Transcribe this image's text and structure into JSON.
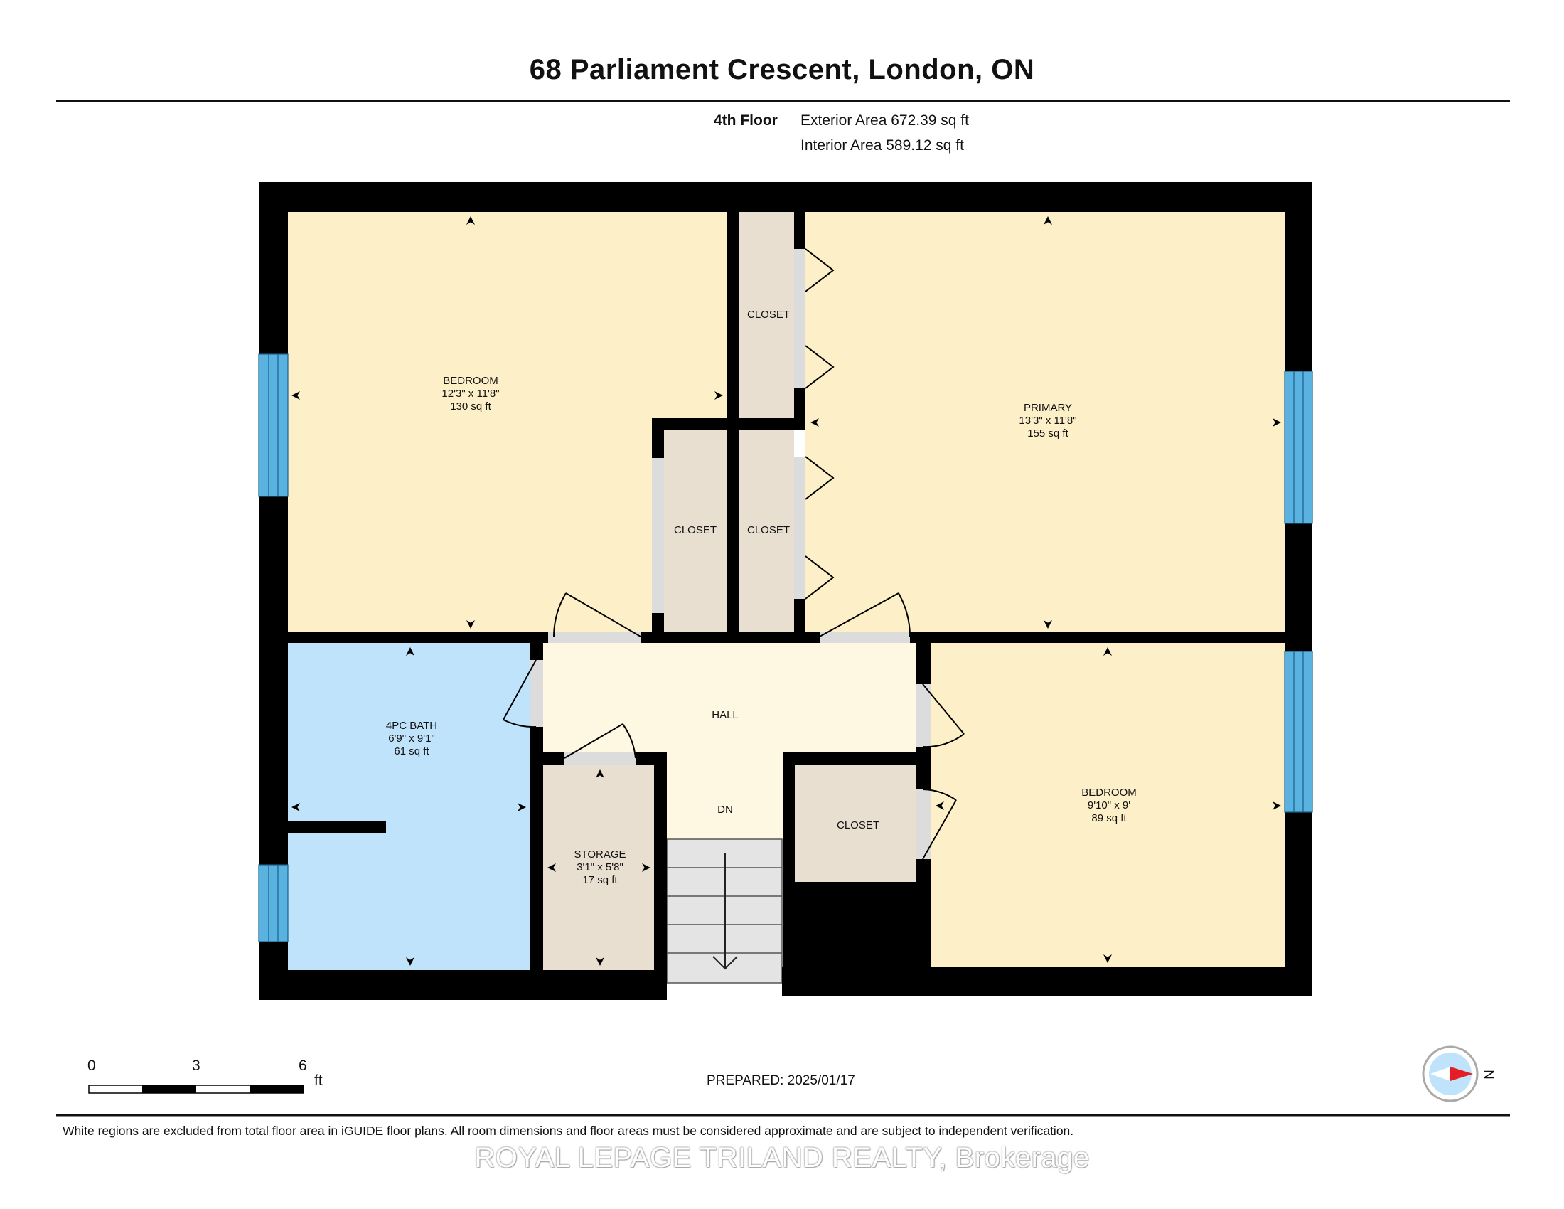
{
  "header": {
    "title": "68 Parliament Crescent, London, ON",
    "floor": "4th Floor",
    "exterior_area": "Exterior Area 672.39 sq ft",
    "interior_area": "Interior Area 589.12 sq ft"
  },
  "rooms": {
    "bedroom_left": {
      "name": "BEDROOM",
      "dims": "12'3\" x 11'8\"",
      "area": "130 sq ft"
    },
    "primary": {
      "name": "PRIMARY",
      "dims": "13'3\" x 11'8\"",
      "area": "155 sq ft"
    },
    "bath": {
      "name": "4PC BATH",
      "dims": "6'9\" x 9'1\"",
      "area": "61 sq ft"
    },
    "storage": {
      "name": "STORAGE",
      "dims": "3'1\" x 5'8\"",
      "area": "17 sq ft"
    },
    "bedroom_right": {
      "name": "BEDROOM",
      "dims": "9'10\" x 9'",
      "area": "89 sq ft"
    },
    "closet_top": "CLOSET",
    "closet_mid_left": "CLOSET",
    "closet_mid_right": "CLOSET",
    "closet_right": "CLOSET",
    "hall": "HALL",
    "stairs": "DN"
  },
  "colors": {
    "bedroom": "#fdf0c8",
    "bath": "#bfe3fa",
    "closet": "#e8dfd0",
    "hall": "#fef8e2",
    "wall": "#000000",
    "window": "#5ab2e0",
    "stairs": "#e4e4e4"
  },
  "scale": {
    "ticks": [
      "0",
      "3",
      "6"
    ],
    "unit": "ft"
  },
  "compass": {
    "letter": "N"
  },
  "footer": {
    "prepared": "PREPARED: 2025/01/17",
    "disclaimer": "White regions are excluded from total floor area in iGUIDE floor plans. All room dimensions and floor areas must be considered approximate and are subject to independent verification.",
    "watermark": "ROYAL LEPAGE TRILAND REALTY, Brokerage"
  }
}
